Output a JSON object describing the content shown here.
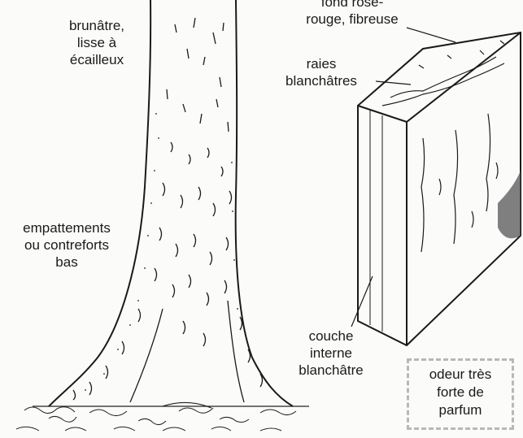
{
  "labels": {
    "bark": [
      "brunâtre,",
      "lisse à",
      "écailleux"
    ],
    "buttress": [
      "empattements",
      "ou contreforts",
      "bas"
    ],
    "fibrous": [
      "fond rose-",
      "rouge, fibreuse"
    ],
    "stripes": [
      "raies",
      "blanchâtres"
    ],
    "inner_layer": [
      "couche",
      "interne",
      "blanchâtre"
    ],
    "smell": [
      "odeur très",
      "forte de",
      "parfum"
    ]
  },
  "colors": {
    "ink": "#1a1a1a",
    "background": "#fbfbf9",
    "dashed_border": "#b8b8b8"
  }
}
